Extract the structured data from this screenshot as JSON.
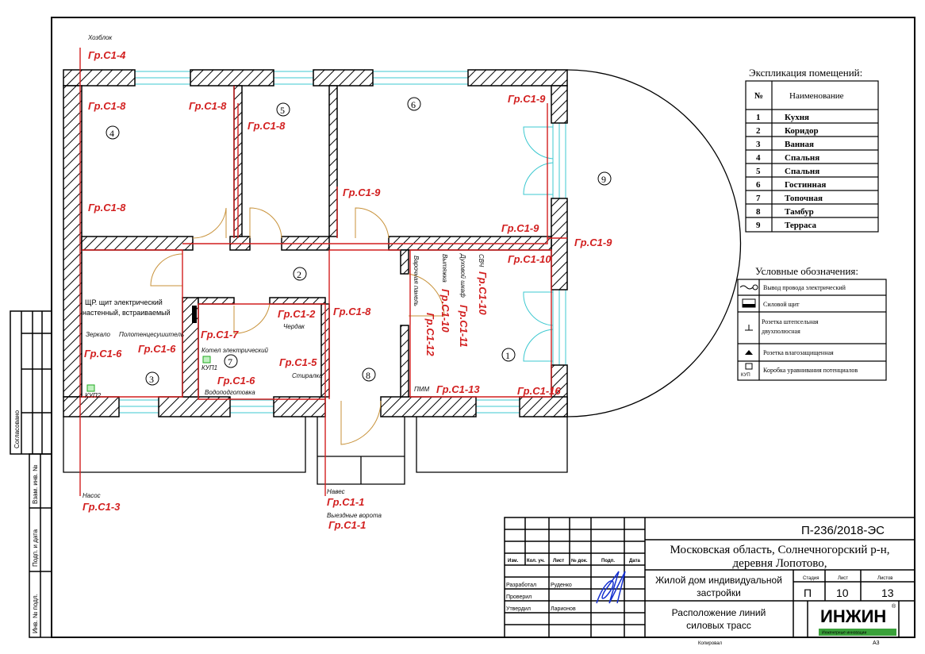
{
  "explication": {
    "title": "Экспликация помещений:",
    "headers": [
      "№",
      "Наименование"
    ],
    "rows": [
      {
        "n": "1",
        "name": "Кухня"
      },
      {
        "n": "2",
        "name": "Коридор"
      },
      {
        "n": "3",
        "name": "Ванная"
      },
      {
        "n": "4",
        "name": "Спальня"
      },
      {
        "n": "5",
        "name": "Спальня"
      },
      {
        "n": "6",
        "name": "Гостинная"
      },
      {
        "n": "7",
        "name": "Топочная"
      },
      {
        "n": "8",
        "name": "Тамбур"
      },
      {
        "n": "9",
        "name": "Терраса"
      }
    ]
  },
  "legend": {
    "title": "Условные обозначения:",
    "items": [
      {
        "icon": "wire-outlet-icon",
        "label": "Вывод провода электрический"
      },
      {
        "icon": "power-panel-icon",
        "label": "Силовой щит"
      },
      {
        "icon": "double-socket-icon",
        "label": "Розетка штепсельная двухполюсная"
      },
      {
        "icon": "waterproof-socket-icon",
        "label": "Розетка влагозащищенная"
      },
      {
        "icon": "equipotential-box-icon",
        "label": "Коробка уравнивания потенциалов"
      }
    ],
    "kup_abbr": "КУП"
  },
  "plan": {
    "rooms": [
      "1",
      "2",
      "3",
      "4",
      "5",
      "6",
      "7",
      "8",
      "9"
    ],
    "groups": {
      "g4": "Гр.С1-4",
      "g8a": "Гр.С1-8",
      "g8b": "Гр.С1-8",
      "g8c": "Гр.С1-8",
      "g8d": "Гр.С1-8",
      "g8e": "Гр.С1-8",
      "g9a": "Гр.С1-9",
      "g9b": "Гр.С1-9",
      "g9c": "Гр.С1-9",
      "g9d": "Гр.С1-9",
      "g10a": "Гр.С1-10",
      "g10b": "Гр.С1-10",
      "g10c": "Гр.С1-10",
      "g11": "Гр.С1-11",
      "g12": "Гр.С1-12",
      "g13": "Гр.С1-13",
      "g16": "Гр.С1-16",
      "g2": "Гр.С1-2",
      "g7": "Гр.С1-7",
      "g6a": "Гр.С1-6",
      "g6b": "Гр.С1-6",
      "g6c": "Гр.С1-6",
      "g5": "Гр.С1-5",
      "g3": "Гр.С1-3",
      "g1a": "Гр.С1-1",
      "g1b": "Гр.С1-1"
    },
    "notes": {
      "shed": "Хозблок",
      "attic": "Чердак",
      "mirror": "Зеркало",
      "towel": "Полотенцесушитель",
      "boiler": "Котел электрический",
      "washer": "Стиралка",
      "water": "Водоподготовка",
      "panel1": "ЩР. щит электрический",
      "panel2": "настенный, встраиваемый",
      "hob": "Варочная панель",
      "hood": "Вытяжка",
      "oven": "Духовой шкаф",
      "microwave": "СВЧ",
      "dishwasher": "ПММ",
      "pump": "Насос",
      "canopy": "Навес",
      "gate": "Выездные ворота",
      "kup1": "КУП1",
      "kup2": "КУП2"
    }
  },
  "stamp_left": [
    "Согласовано",
    "Взам. инв. №",
    "Подп. и дата",
    "Инв. № подл."
  ],
  "title_block": {
    "code": "П-236/2018-ЭС",
    "address": [
      "Московская область, Солнечногорский р-н,",
      "деревня Лопотово,"
    ],
    "object": [
      "Жилой дом индивидуальной",
      "застройки"
    ],
    "sheet_title": [
      "Расположение линий",
      "силовых трасс"
    ],
    "headers": [
      "Изм.",
      "Кол. уч.",
      "Лист",
      "№ док.",
      "Подп.",
      "Дата"
    ],
    "roles": [
      {
        "role": "Разработал",
        "name": "Руденко"
      },
      {
        "role": "Проверил",
        "name": ""
      },
      {
        "role": "Утвердил",
        "name": "Ларионов"
      }
    ],
    "stage_label": "Стадия",
    "sheet_label": "Лист",
    "sheets_label": "Листов",
    "stage": "П",
    "sheet": "10",
    "sheets": "13",
    "logo": "ИНЖИН",
    "logo_sub": "Инженерные инновации",
    "logo_mark": "®",
    "copied": "Копировал",
    "format": "А3"
  },
  "colors": {
    "wire": "#d21f1f",
    "window": "#3cc8d0",
    "door": "#c8923a"
  }
}
